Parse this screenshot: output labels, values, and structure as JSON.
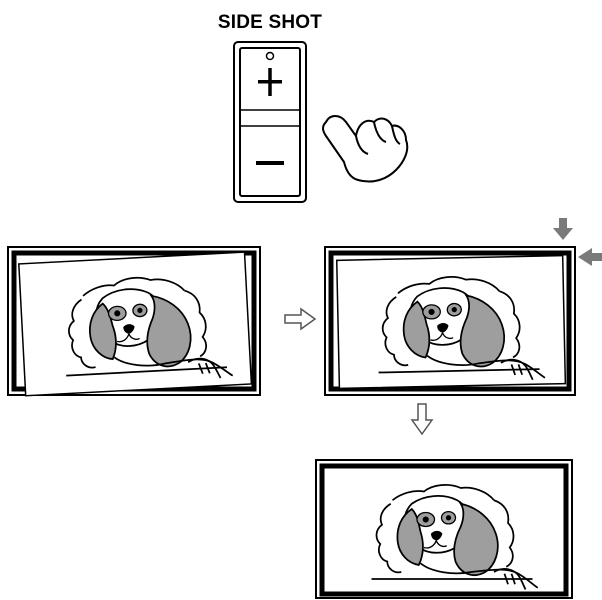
{
  "title": "SIDE SHOT",
  "control": {
    "plus_button": "+",
    "minus_button": "−",
    "icons": [
      "plus-icon",
      "minus-icon",
      "pointing-hand-icon"
    ]
  },
  "panels": [
    {
      "id": "before",
      "state": "image tilted inside frame"
    },
    {
      "id": "adjusting",
      "state": "image rotated toward frame, adjustment arrows shown"
    },
    {
      "id": "after",
      "state": "image aligned with frame"
    }
  ],
  "flow_arrows": [
    "right",
    "down"
  ],
  "colors": {
    "line": "#000000",
    "dog_ear_fill": "#9e9e9e",
    "adjust_arrow": "#7a7a7a",
    "flow_arrow_fill": "#ffffff"
  }
}
